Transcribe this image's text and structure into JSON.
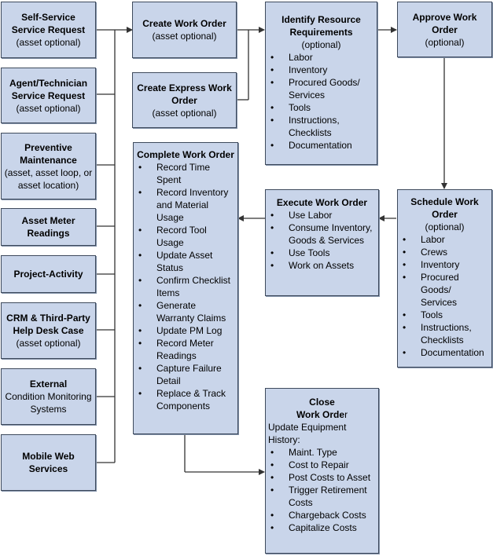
{
  "sources": [
    {
      "title": "Self-Service Service Request",
      "sub": "(asset optional)"
    },
    {
      "title": "Agent/Technician Service Request",
      "sub": "(asset optional)"
    },
    {
      "title": "Preventive Maintenance",
      "sub": "(asset, asset loop, or asset location)"
    },
    {
      "title": "Asset Meter Readings",
      "sub": ""
    },
    {
      "title": "Project-Activity",
      "sub": ""
    },
    {
      "title": "CRM & Third-Party Help Desk Case",
      "sub": "(asset optional)"
    },
    {
      "title": "External",
      "sub": "Condition Monitoring Systems"
    },
    {
      "title": "Mobile Web Services",
      "sub": ""
    }
  ],
  "create_wo": {
    "title": "Create Work Order",
    "sub": "(asset optional)"
  },
  "create_express": {
    "title": "Create Express Work Order",
    "sub": "(asset optional)"
  },
  "identify": {
    "title": "Identify Resource Requirements",
    "sub": "(optional)",
    "items": [
      "Labor",
      "Inventory",
      "Procured Goods/ Services",
      "Tools",
      "Instructions, Checklists",
      "Documentation"
    ]
  },
  "approve": {
    "title": "Approve Work Order",
    "sub": "(optional)"
  },
  "schedule": {
    "title": "Schedule Work Order",
    "sub": "(optional)",
    "items": [
      "Labor",
      "Crews",
      "Inventory",
      "Procured Goods/ Services",
      "Tools",
      "Instructions, Checklists",
      "Documentation"
    ]
  },
  "execute": {
    "title": "Execute Work Order",
    "items": [
      "Use Labor",
      "Consume Inventory, Goods & Services",
      "Use Tools",
      "Work on Assets"
    ]
  },
  "complete": {
    "title": "Complete Work Order",
    "items": [
      "Record Time Spent",
      "Record Inventory and Material Usage",
      "Record Tool Usage",
      "Update Asset Status",
      "Confirm Checklist Items",
      "Generate Warranty Claims",
      "Update PM Log",
      "Record Meter Readings",
      "Capture Failure Detail",
      "Replace & Track Components"
    ]
  },
  "close": {
    "title_a": "Close",
    "title_b": "Work Orde",
    "title_c": "r",
    "intro": "Update Equipment History:",
    "items": [
      "Maint. Type",
      "Cost to Repair",
      "Post Costs to Asset",
      "Trigger Retirement Costs",
      "Chargeback Costs",
      "Capitalize Costs"
    ]
  },
  "colors": {
    "box_fill": "#c9d5ea",
    "box_border": "#3e4a5c",
    "connector": "#333333"
  }
}
